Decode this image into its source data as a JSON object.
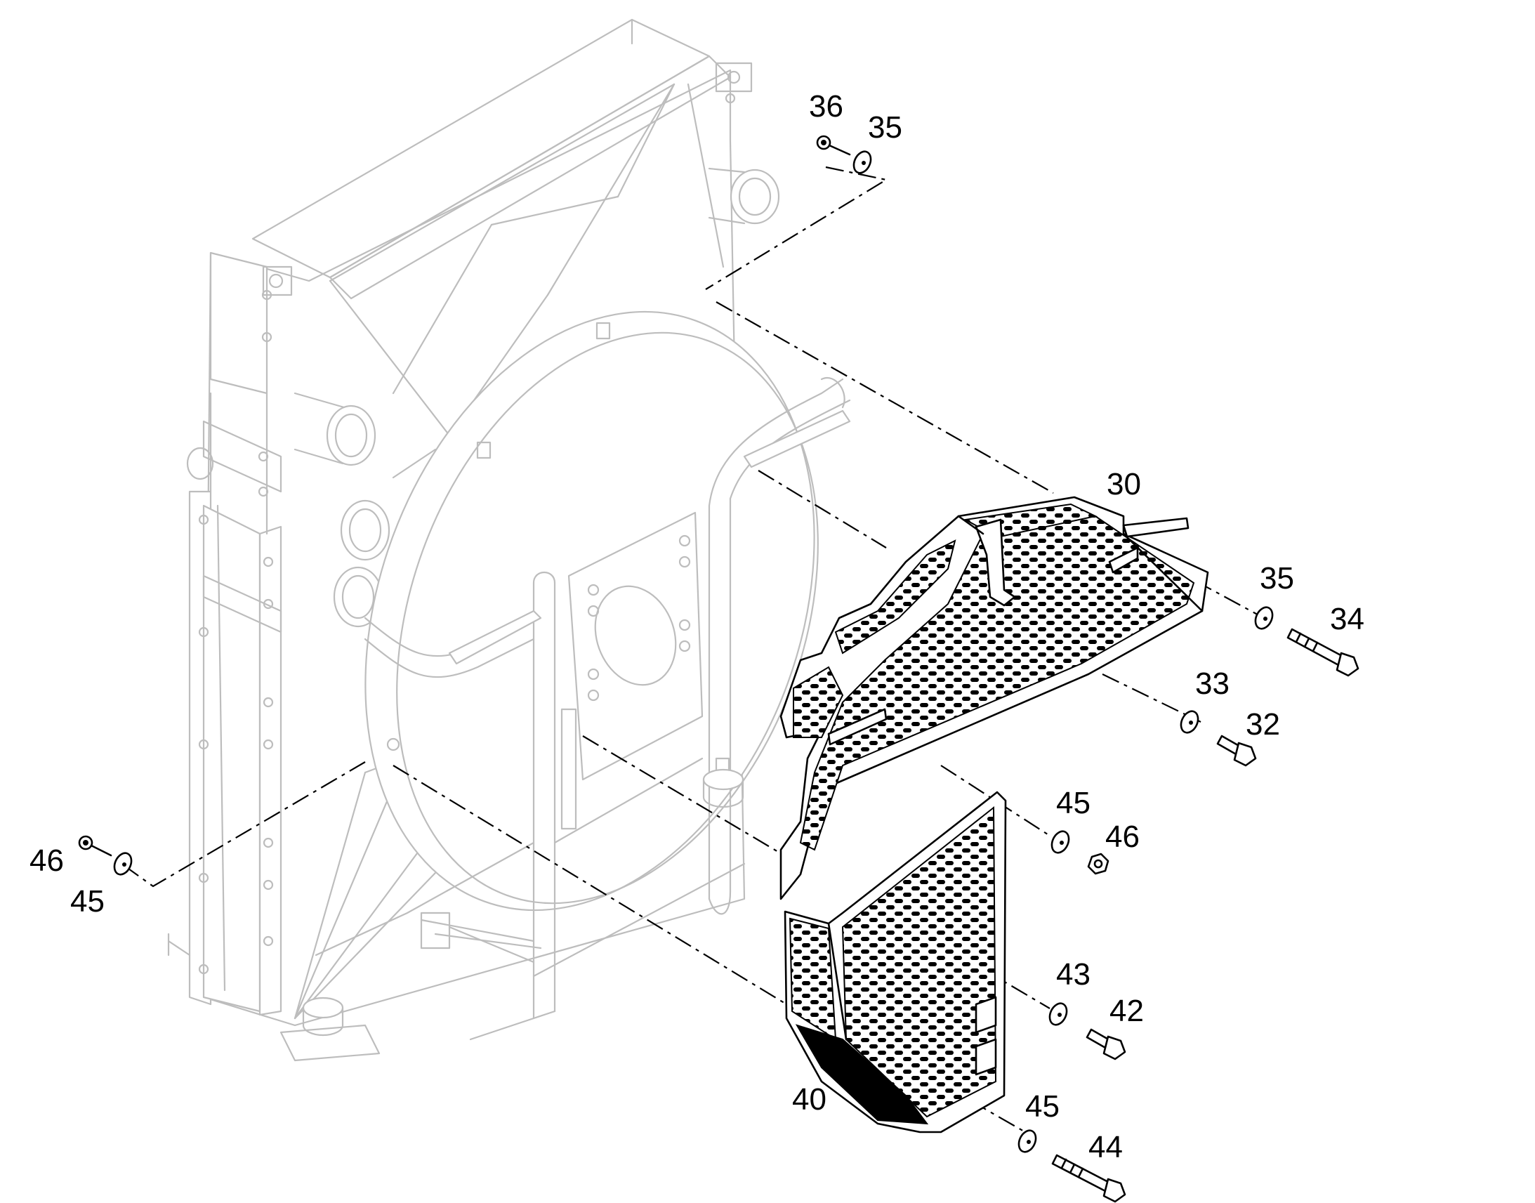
{
  "callouts": {
    "n36_top": "36",
    "n35_top": "35",
    "n30": "30",
    "n35_right": "35",
    "n34": "34",
    "n33": "33",
    "n32": "32",
    "n45_mid": "45",
    "n46_mid": "46",
    "n46_left": "46",
    "n45_left": "45",
    "n43": "43",
    "n42": "42",
    "n40": "40",
    "n45_bottom": "45",
    "n44": "44"
  },
  "colors": {
    "background": "#ffffff",
    "foreground_line": "#000000",
    "background_assembly_line": "#bdbdbd"
  }
}
